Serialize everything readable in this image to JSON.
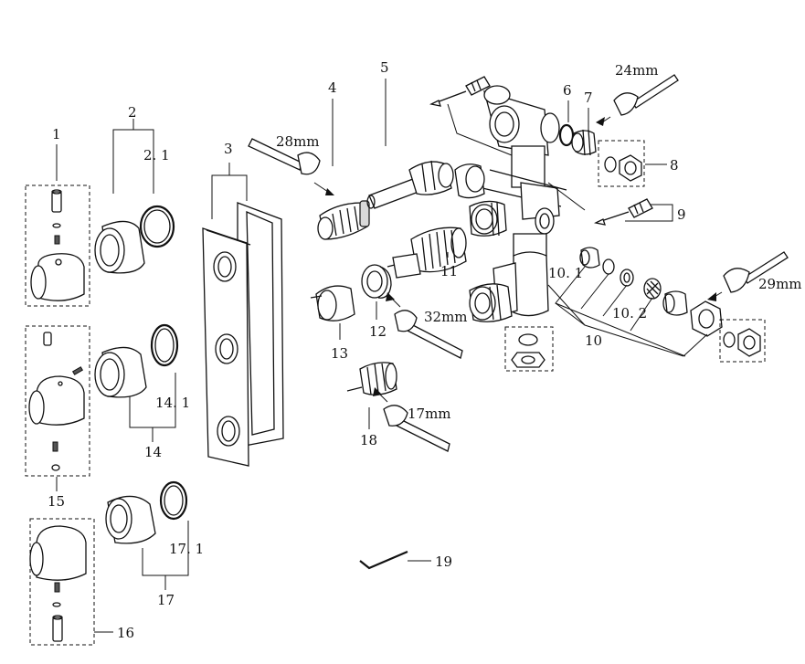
{
  "labels": {
    "p1": "1",
    "p2": "2",
    "p2_1": "2. 1",
    "p3": "3",
    "p4": "4",
    "p5": "5",
    "p6": "6",
    "p7": "7",
    "p8": "8",
    "p9": "9",
    "p10": "10",
    "p10_1": "10. 1",
    "p10_2": "10. 2",
    "p11": "11",
    "p12": "12",
    "p13": "13",
    "p14": "14",
    "p14_1": "14. 1",
    "p15": "15",
    "p16": "16",
    "p17": "17",
    "p17_1": "17. 1",
    "p18": "18",
    "p19": "19"
  },
  "wrench_sizes": {
    "w24": "24mm",
    "w28": "28mm",
    "w29": "29mm",
    "w32": "32mm",
    "w17": "17mm"
  }
}
